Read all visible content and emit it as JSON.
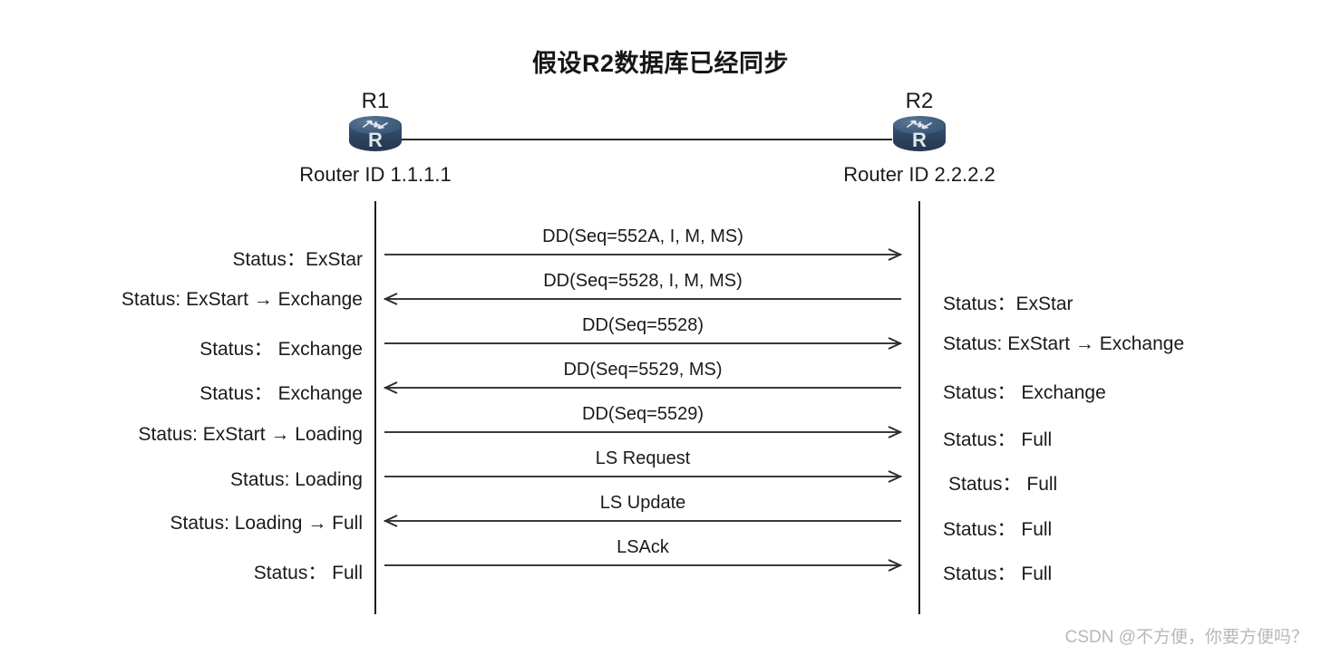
{
  "title": "假设R2数据库已经同步",
  "nodes": [
    {
      "name": "R1",
      "router_id": "Router ID 1.1.1.1",
      "icon": "router-icon",
      "letter": "R"
    },
    {
      "name": "R2",
      "router_id": "Router ID 2.2.2.2",
      "icon": "router-icon",
      "letter": "R"
    }
  ],
  "messages": [
    {
      "label": "DD(Seq=552A, I, M, MS)",
      "direction": "right"
    },
    {
      "label": "DD(Seq=5528, I, M, MS)",
      "direction": "left"
    },
    {
      "label": "DD(Seq=5528)",
      "direction": "right"
    },
    {
      "label": "DD(Seq=5529, MS)",
      "direction": "left"
    },
    {
      "label": "DD(Seq=5529)",
      "direction": "right"
    },
    {
      "label": "LS Request",
      "direction": "right"
    },
    {
      "label": "LS Update",
      "direction": "left"
    },
    {
      "label": "LSAck",
      "direction": "right"
    }
  ],
  "left_statuses": [
    "Status：ExStar",
    "Status: ExStart → Exchange",
    "Status：  Exchange",
    "Status：  Exchange",
    "Status: ExStart → Loading",
    "Status:  Loading",
    "Status: Loading → Full",
    "Status：  Full"
  ],
  "right_statuses": [
    "Status：ExStar",
    "Status: ExStart → Exchange",
    "Status：  Exchange",
    "Status：  Full",
    "Status：  Full",
    "Status：  Full",
    "Status：  Full"
  ],
  "watermark": "CSDN @不方便，你要方便吗？",
  "colors": {
    "router_top": "#41607f",
    "router_body": "#2b415c",
    "line": "#1c1c1c",
    "text": "#1a1a1a",
    "watermark": "#b8b8b8"
  }
}
